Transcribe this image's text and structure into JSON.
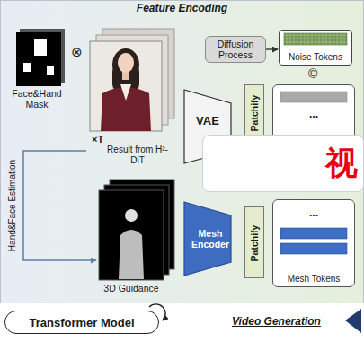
{
  "diagram": {
    "title": "Feature Encoding",
    "nodes": [
      {
        "text": [
          "Diffusion Process"
        ]
      },
      {
        "text": [
          "Noise Tokens"
        ]
      },
      {
        "text": [
          "VAE"
        ]
      },
      {
        "text": [
          "Patchify"
        ]
      },
      {
        "text": [
          "..."
        ]
      },
      {
        "text": [
          "Mesh Encoder"
        ]
      },
      {
        "text": [
          "Patchify"
        ]
      },
      {
        "text": [
          "...",
          "Mesh Tokens"
        ]
      },
      {
        "text": [
          "Transformer Model"
        ]
      },
      {
        "text": [
          "视"
        ]
      }
    ],
    "edges": [
      {
        "from": 0,
        "to": 1,
        "arrow": "to"
      }
    ],
    "labels": [
      "Face&Hand Mask",
      "⊗",
      "×T",
      "Result from H²-DiT",
      "Hand&Face Estimation",
      "3D Guidance",
      "©",
      "Video Generation"
    ]
  }
}
